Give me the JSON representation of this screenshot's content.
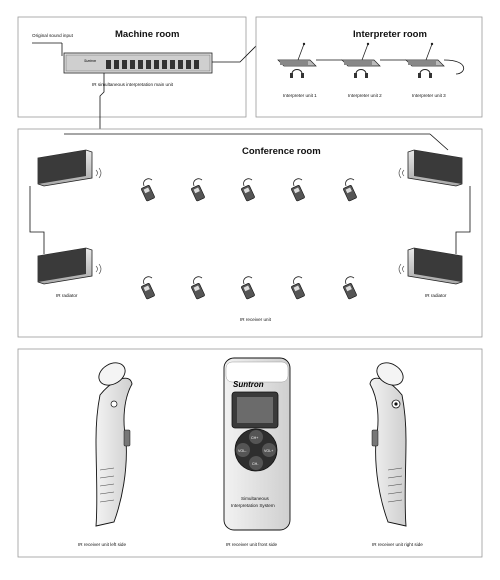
{
  "machine_room": {
    "title": "Machine room",
    "source_label": "Original sound input",
    "unit_brand": "Suntron",
    "main_unit_label": "IR simultaneous interpretation main unit"
  },
  "interpreter_room": {
    "title": "Interpreter room",
    "units": [
      "Interpreter unit 1",
      "Interpreter unit 2",
      "Interpreter unit 3"
    ]
  },
  "conference_room": {
    "title": "Conference room",
    "radiator_label": "IR radiator",
    "receiver_label": "IR receiver unit"
  },
  "receiver_views": {
    "brand": "Suntron",
    "buttons": [
      "CH+",
      "VOL-",
      "VOL+",
      "CH-"
    ],
    "device_text": [
      "Simultaneous",
      "Interpretation System"
    ],
    "captions": [
      "IR receiver unit left side",
      "IR receiver unit front side",
      "IR receiver unit right side"
    ]
  }
}
